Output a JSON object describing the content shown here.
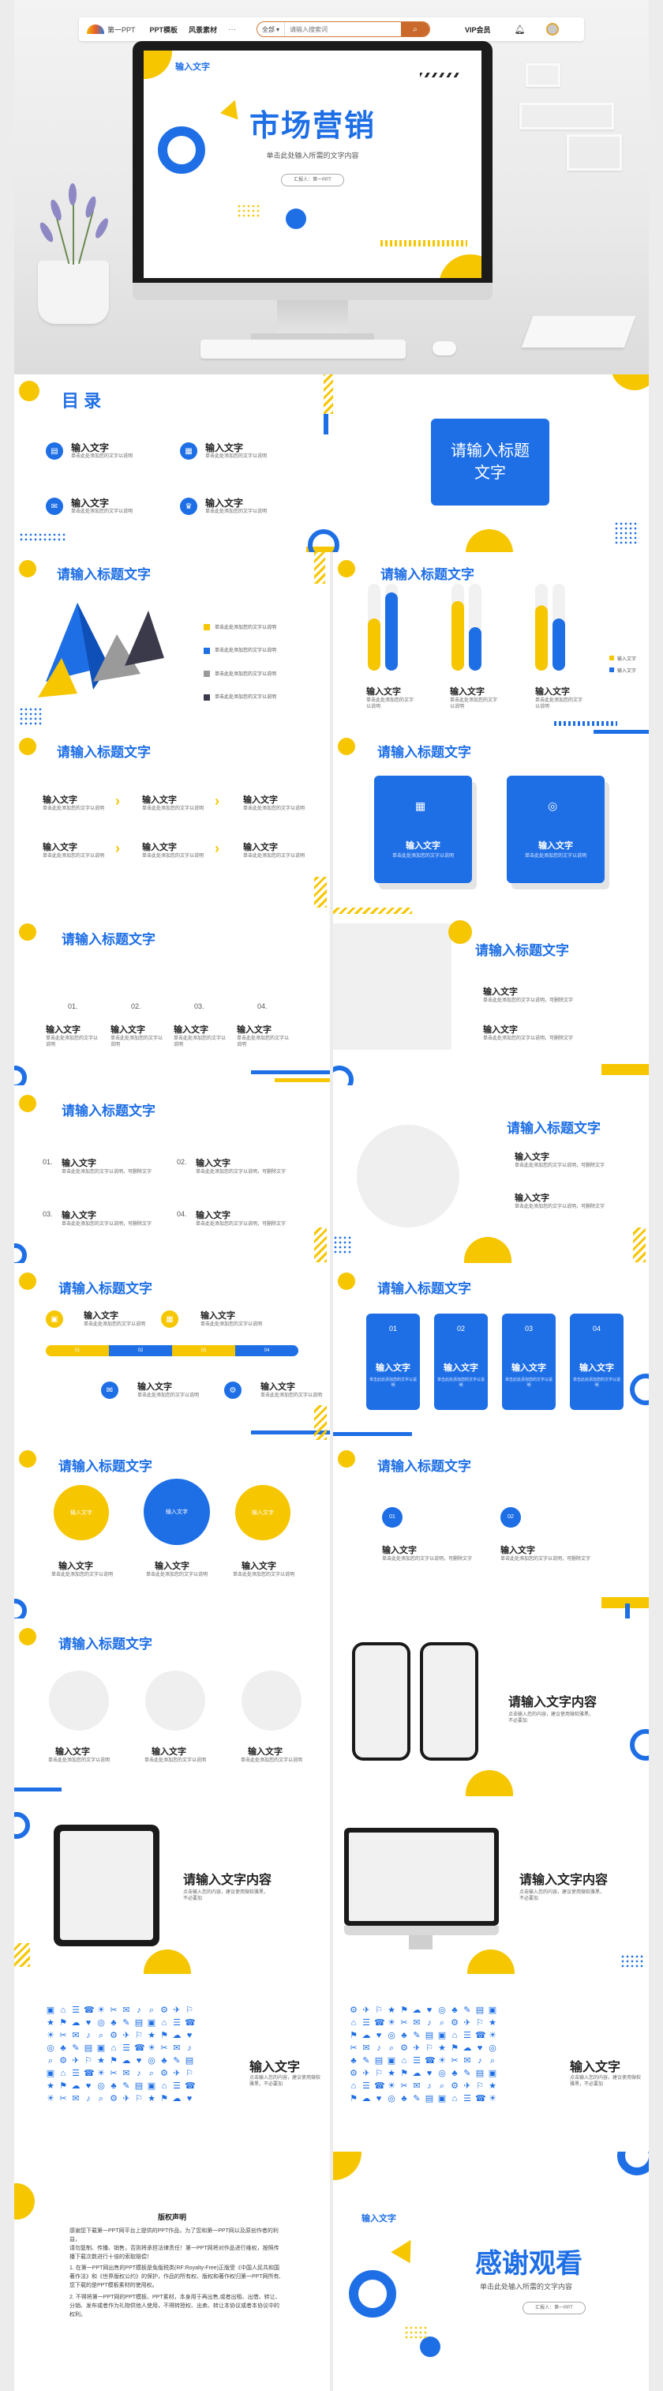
{
  "site": {
    "logo_text": "第一PPT",
    "nav": [
      "PPT模板",
      "风景素材"
    ],
    "nav_more": "···",
    "search_category": "全部",
    "search_placeholder": "请输入搜索词",
    "vip": "VIP会员"
  },
  "cover": {
    "label": "输入文字",
    "title": "市场营销",
    "subtitle": "单击此处输入所需的文字内容",
    "button": "汇报人：第一PPT"
  },
  "toc": {
    "title": "目 录",
    "items": [
      {
        "label": "输入文字",
        "desc": "单击此处添加您的文字以说明"
      },
      {
        "label": "输入文字",
        "desc": "单击此处添加您的文字以说明"
      },
      {
        "label": "输入文字",
        "desc": "单击此处添加您的文字以说明"
      },
      {
        "label": "输入文字",
        "desc": "单击此处添加您的文字以说明"
      }
    ],
    "card": "请输入标题文字"
  },
  "common": {
    "slide_title": "请输入标题文字",
    "label": "输入文字",
    "desc": "单击此处添加您的文字以说明，可删除文字",
    "short_desc": "单击此处添加您的文字以说明",
    "content_title": "请输入文字内容",
    "content_desc": "点击输入您的内容，建议使用微软雅黑，不必要加"
  },
  "pyramid_legend": [
    "单击此处添加您的文字以说明",
    "单击此处添加您的文字以说明",
    "单击此处添加您的文字以说明",
    "单击此处添加您的文字以说明"
  ],
  "chart_legend": [
    "输入文字",
    "输入文字"
  ],
  "numbers": [
    "01.",
    "02.",
    "03.",
    "04."
  ],
  "numbers_plain": [
    "01",
    "02",
    "03",
    "04"
  ],
  "timeline": [
    "01",
    "02",
    "03",
    "04"
  ],
  "circle_label": "输入文字",
  "copyright": {
    "title": "版权声明",
    "lines": [
      "感谢您下载第一PPT网平台上提供的PPT作品，为了您和第一PPT网以及原创作者的利益，",
      "请勿复制、传播、销售，否则将承担法律责任！第一PPT网将对作品进行维权，按照传播下载次数进行十倍的索取赔偿！",
      "1. 在第一PPT网出售的PPT模板是免版税类(RF:Royalty-Free)正版受《中国人民共和国著作法》和《世界版权公约》的保护，作品的所有权、版权和著作权归第一PPT网所有,您下载的是PPT模板素材的使用权。",
      "2. 不得将第一PPT网的PPT模板、PPT素材，本身用于再出售,或者出租、出借、转让、分销、发布或者作为礼物供他人使用，不得转授权、出卖、转让本协议或者本协议中的权利。"
    ]
  },
  "ending": {
    "label": "输入文字",
    "title": "感谢观看",
    "subtitle": "单击此处输入所需的文字内容",
    "button": "汇报人：第一PPT"
  },
  "colors": {
    "blue": "#1e6fe6",
    "yellow": "#f6c600"
  },
  "chart_data": {
    "type": "bar",
    "categories": [
      "输入文字",
      "输入文字",
      "输入文字"
    ],
    "series": [
      {
        "name": "输入文字",
        "values": [
          60,
          80,
          75
        ]
      },
      {
        "name": "输入文字",
        "values": [
          90,
          50,
          60
        ]
      }
    ],
    "ylim": [
      0,
      100
    ]
  }
}
